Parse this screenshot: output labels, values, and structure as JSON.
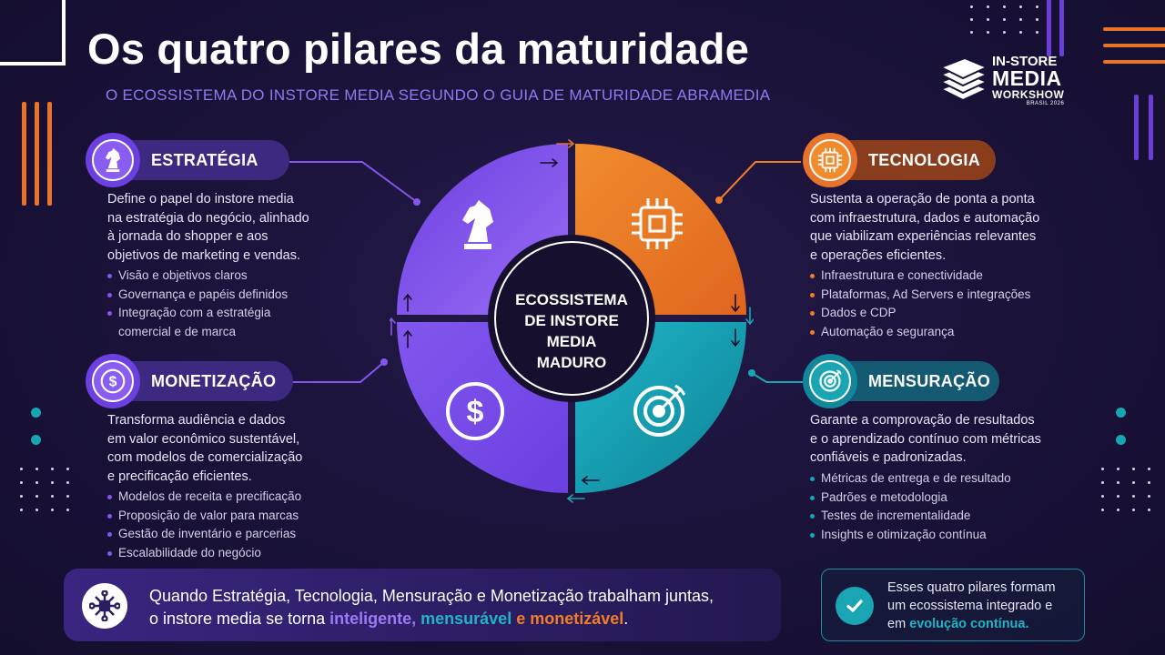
{
  "header": {
    "title": "Os quatro pilares da maturidade",
    "subtitle": "O ECOSSISTEMA DO INSTORE MEDIA SEGUNDO O GUIA DE MATURIDADE ABRAMEDIA"
  },
  "logo": {
    "line1": "IN-STORE",
    "line2": "MEDIA",
    "line3": "WORKSHOW",
    "line4": "BRASIL 2026",
    "icon": "stacked-layers-icon"
  },
  "colors": {
    "background": "#1a1238",
    "purple": "#8456ee",
    "orange": "#ee7e28",
    "teal": "#1aa5b4",
    "subtitle": "#8e7bf0"
  },
  "center": {
    "line1": "ECOSSISTEMA",
    "line2": "DE INSTORE",
    "line3": "MEDIA",
    "line4": "MADURO"
  },
  "pillars": {
    "estrategia": {
      "title": "ESTRATÉGIA",
      "icon": "chess-knight-icon",
      "description": [
        "Define o papel do instore media",
        "na estratégia do negócio, alinhado",
        "à jornada do shopper e aos",
        "objetivos de marketing e vendas."
      ],
      "bullets": [
        "Visão e objetivos claros",
        "Governança e papéis definidos",
        "Integração com a estratégia",
        "comercial e de marca"
      ]
    },
    "tecnologia": {
      "title": "TECNOLOGIA",
      "icon": "chip-icon",
      "description": [
        "Sustenta a operação de ponta a ponta",
        "com infraestrutura, dados e automação",
        "que viabilizam experiências relevantes",
        "e operações eficientes."
      ],
      "bullets": [
        "Infraestrutura e conectividade",
        "Plataformas, Ad Servers e integrações",
        "Dados e CDP",
        "Automação e segurança"
      ]
    },
    "monetizacao": {
      "title": "MONETIZAÇÃO",
      "icon": "dollar-coin-icon",
      "description": [
        "Transforma audiência e dados",
        "em valor econômico sustentável,",
        "com modelos de comercialização",
        "e precificação eficientes."
      ],
      "bullets": [
        "Modelos de receita e precificação",
        "Proposição de valor para marcas",
        "Gestão de inventário e parcerias",
        "Escalabilidade do negócio"
      ]
    },
    "mensuracao": {
      "title": "MENSURAÇÃO",
      "icon": "target-arrow-icon",
      "description": [
        "Garante a comprovação de resultados",
        "e o aprendizado contínuo com métricas",
        "confiáveis e padronizadas."
      ],
      "bullets": [
        "Métricas de entrega e de resultado",
        "Padrões e metodologia",
        "Testes de incrementalidade",
        "Insights e otimização contínua"
      ]
    }
  },
  "banner": {
    "line1": "Quando Estratégia, Tecnologia, Mensuração e Monetização trabalham juntas,",
    "line2_prefix": "o instore media se torna ",
    "word1": "inteligente,",
    "word2": "mensurável",
    "conj": "e",
    "word3": "monetizável",
    "suffix": ".",
    "icon": "network-hub-icon"
  },
  "callout": {
    "line1": "Esses quatro pilares formam",
    "line2": "um ecossistema integrado e",
    "line3_prefix": "em ",
    "line3_highlight": "evolução contínua.",
    "icon": "check-icon"
  }
}
